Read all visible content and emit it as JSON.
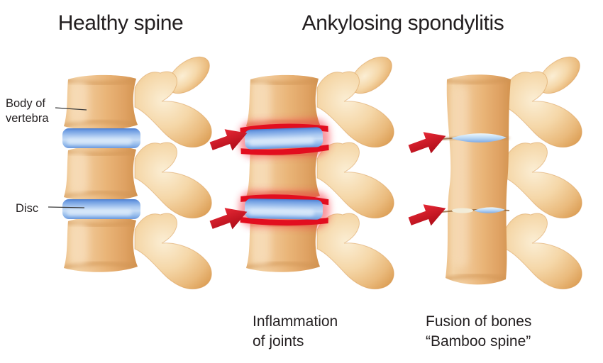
{
  "illustration": {
    "healthy": {
      "title": "Healthy spine"
    },
    "as": {
      "title": "Ankylosing spondylitis"
    },
    "labels": {
      "body_of_vertebra_line1": "Body of",
      "body_of_vertebra_line2": "vertebra",
      "disc": "Disc"
    },
    "captions": {
      "inflammation_line1": "Inflammation",
      "inflammation_line2": "of joints",
      "fusion_line1": "Fusion of bones",
      "fusion_line2": "“Bamboo spine”"
    },
    "colors": {
      "background": "#ffffff",
      "text": "#231f20",
      "bone": "#eebc80",
      "bone_highlight": "#f9e6c6",
      "bone_shadow": "#d6954e",
      "disc_blue": "#7aa5e4",
      "disc_light": "#c6dcf6",
      "inflammation_red": "#e20d1f",
      "arrow_red": "#c10e1b"
    }
  }
}
